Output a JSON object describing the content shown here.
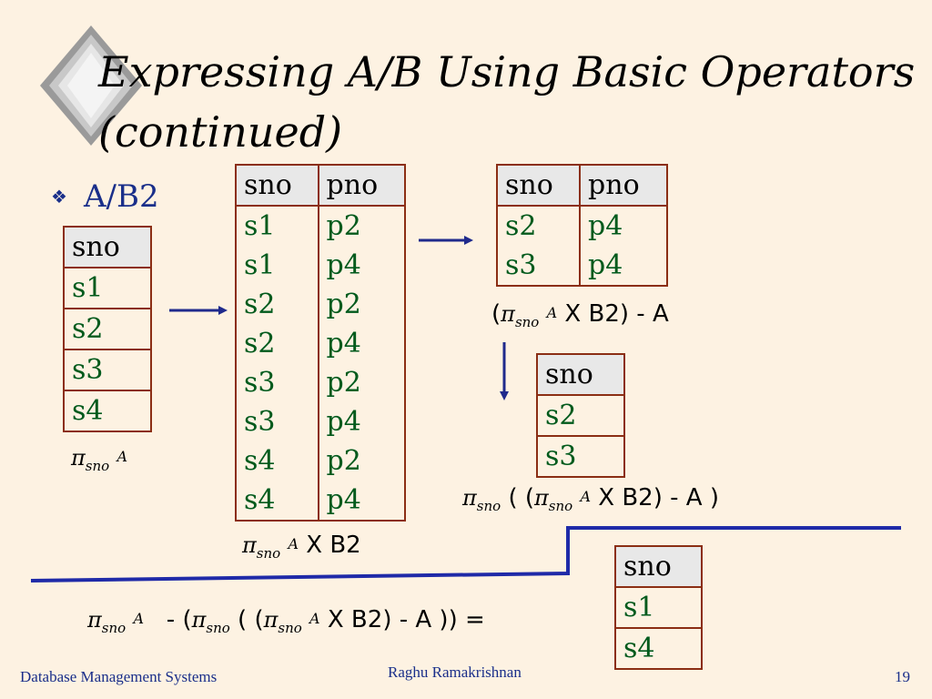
{
  "title": {
    "line1": "Expressing A/B Using Basic Operators",
    "line2": "(continued)"
  },
  "bullet": {
    "text": "A/B2"
  },
  "table_proj_a": {
    "header": "sno",
    "rows": [
      "s1",
      "s2",
      "s3",
      "s4"
    ]
  },
  "table_cross": {
    "headers": [
      "sno",
      "pno"
    ],
    "rows": [
      [
        "s1",
        "p2"
      ],
      [
        "s1",
        "p4"
      ],
      [
        "s2",
        "p2"
      ],
      [
        "s2",
        "p4"
      ],
      [
        "s3",
        "p2"
      ],
      [
        "s3",
        "p4"
      ],
      [
        "s4",
        "p2"
      ],
      [
        "s4",
        "p4"
      ]
    ]
  },
  "table_diff": {
    "headers": [
      "sno",
      "pno"
    ],
    "rows": [
      [
        "s2",
        "p4"
      ],
      [
        "s3",
        "p4"
      ]
    ]
  },
  "table_disq": {
    "header": "sno",
    "rows": [
      "s2",
      "s3"
    ]
  },
  "table_result": {
    "header": "sno",
    "rows": [
      "s1",
      "s4"
    ]
  },
  "symbols": {
    "pi": "π",
    "sno": "sno",
    "A": "A"
  },
  "labels": {
    "x_b2": "X B2",
    "minus_a": ") - A",
    "open_paren": "(",
    "double_open": "( (",
    "minus_a_close": ") - A  )",
    "final_minus": "-  (",
    "final_tail": ") - A  ))  ="
  },
  "footer": {
    "left": "Database Management Systems",
    "center": "Raghu Ramakrishnan",
    "page": "19"
  },
  "colors": {
    "background": "#fdf2e2",
    "table_border": "#8b2e14",
    "cell_text": "#005a1c",
    "arrow": "#1f2a8c",
    "line": "#1f2aa8"
  }
}
